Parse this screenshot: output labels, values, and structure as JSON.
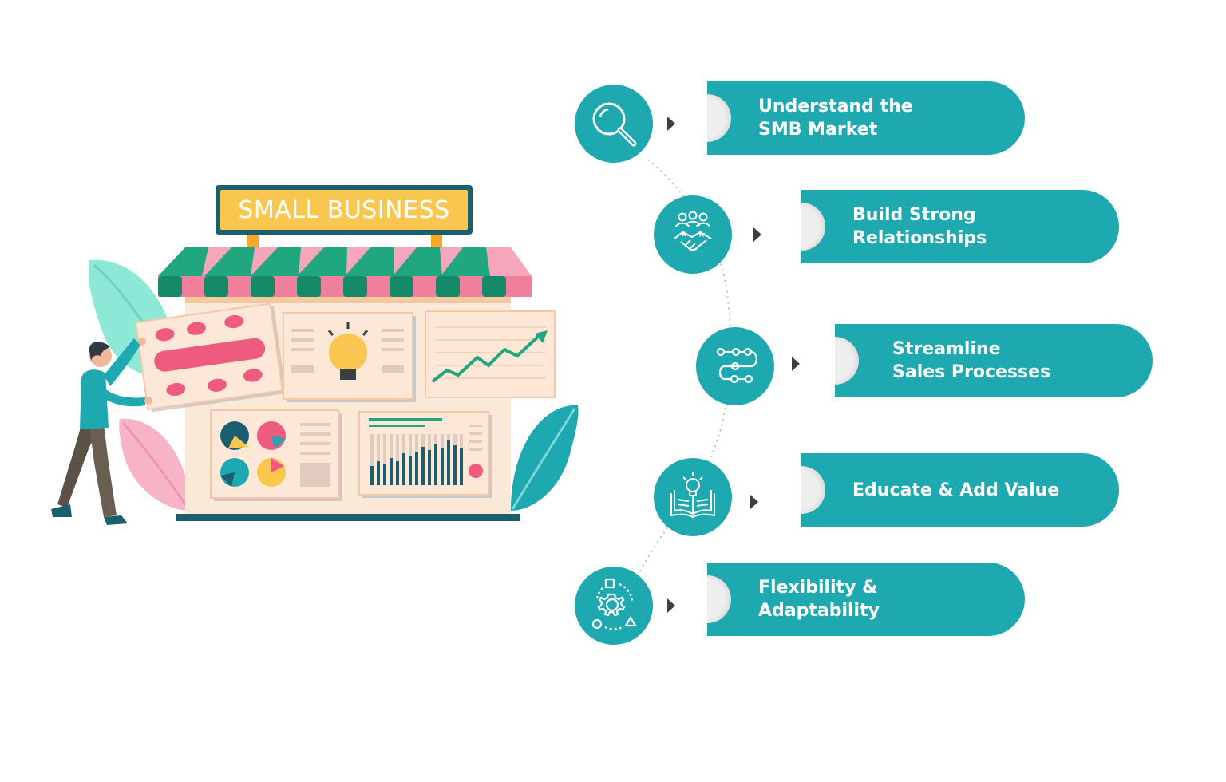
{
  "illustration": {
    "sign_text": "SMALL BUSINESS"
  },
  "colors": {
    "teal": "#1ea9b0",
    "dark_teal": "#1b5f6e",
    "awning_green": "#20a77f",
    "awning_pink": "#ef7f9b",
    "sign_yellow": "#f9c74f",
    "shop_cream": "#fbe9d7"
  },
  "steps": [
    {
      "label": "Understand the\nSMB Market",
      "icon": "magnifier-icon"
    },
    {
      "label": "Build Strong\nRelationships",
      "icon": "handshake-people-icon"
    },
    {
      "label": "Streamline\nSales Processes",
      "icon": "process-flow-icon"
    },
    {
      "label": "Educate & Add Value",
      "icon": "open-book-bulb-icon"
    },
    {
      "label": "Flexibility & Adaptability",
      "icon": "gear-shapes-icon"
    }
  ]
}
